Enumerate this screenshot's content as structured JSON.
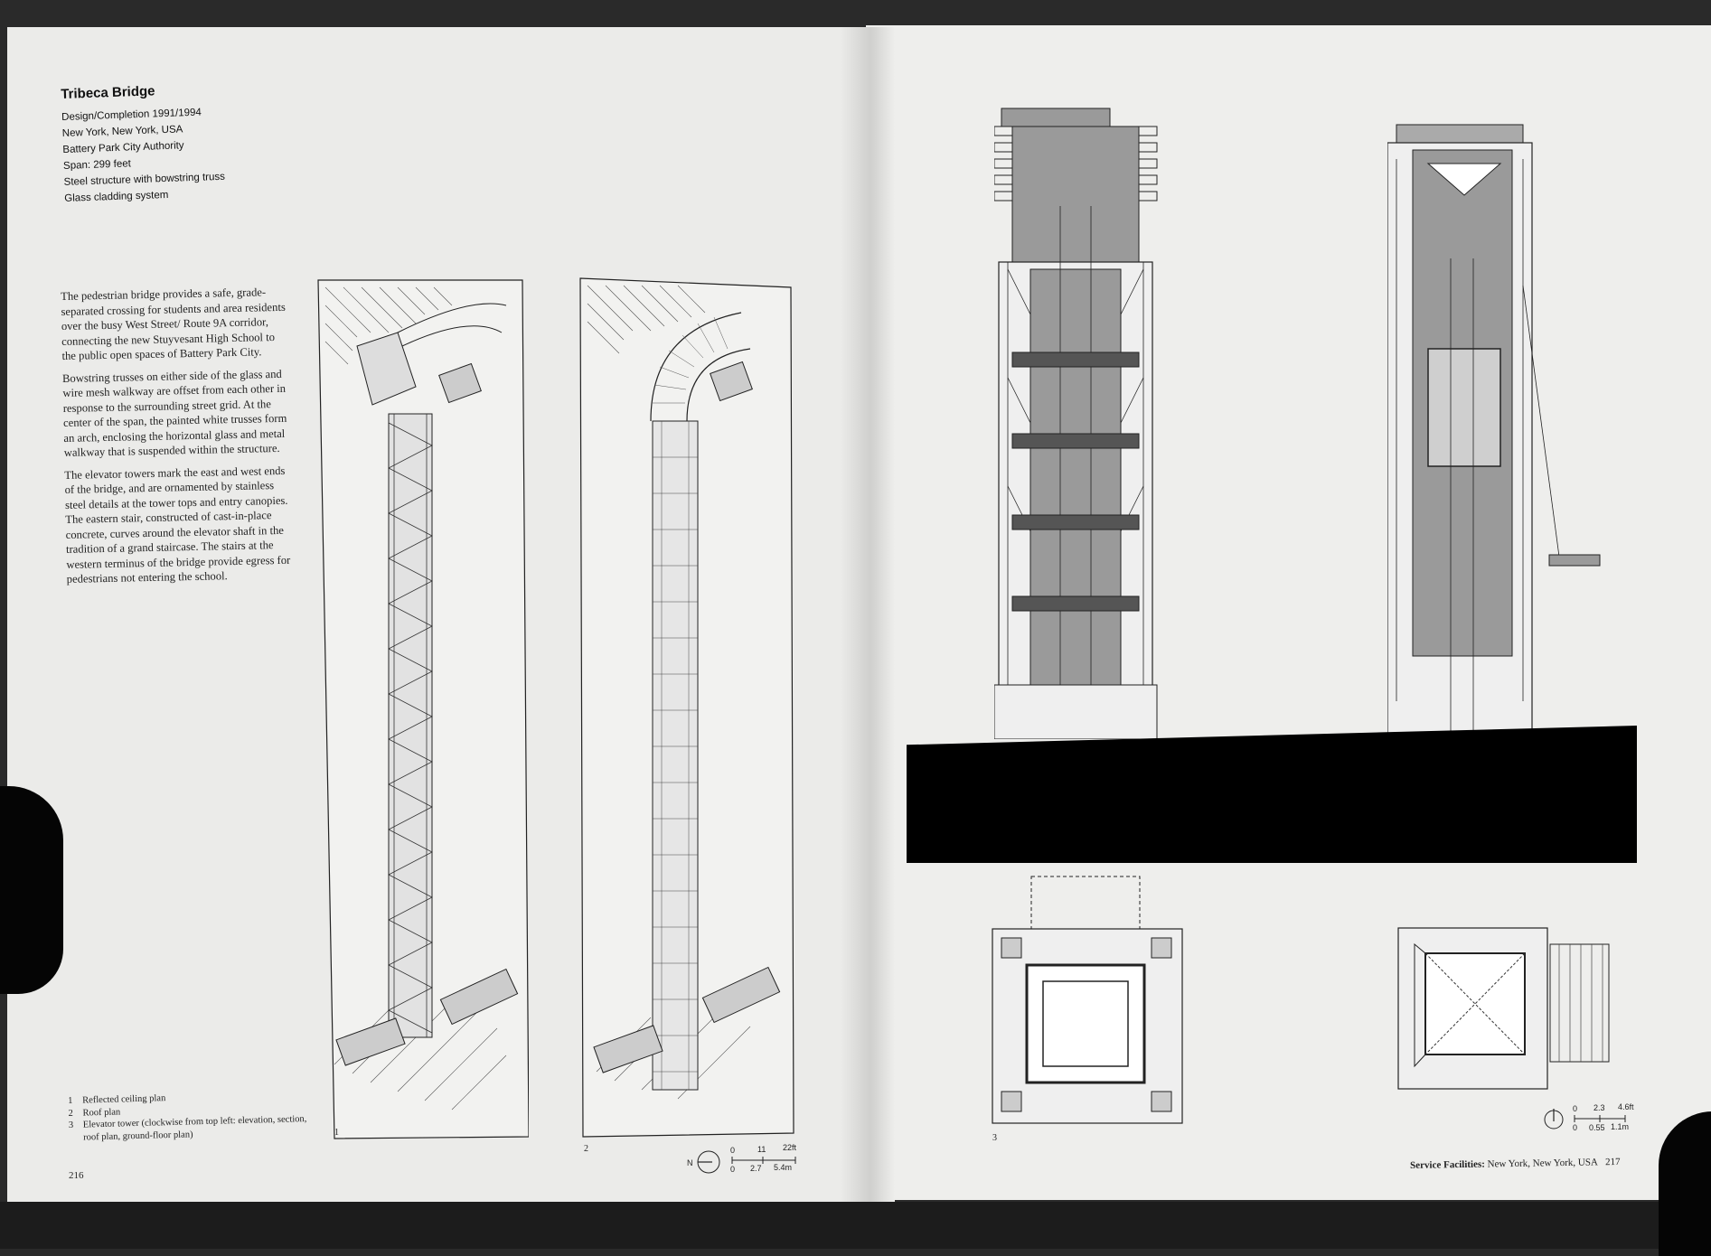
{
  "left_page": {
    "title": "Tribeca Bridge",
    "meta": [
      "Design/Completion 1991/1994",
      "New York, New York, USA",
      "Battery Park City Authority",
      "Span: 299 feet",
      "Steel structure with bowstring truss",
      "Glass cladding system"
    ],
    "paragraphs": [
      "The pedestrian bridge provides a safe, grade-separated crossing for students and area residents over the busy West Street/ Route 9A corridor, connecting the new Stuyvesant High School to the public open spaces of Battery Park City.",
      "Bowstring trusses on either side of the glass and wire mesh walkway are offset from each other in response to the surrounding street grid. At the center of the span, the painted white trusses form an arch, enclosing the horizontal glass and metal walkway that is suspended within the structure.",
      "The elevator towers mark the east and west ends of the bridge, and are ornamented by stainless steel details at the tower tops and entry canopies. The eastern stair, constructed of cast-in-place concrete, curves around the elevator shaft in the tradition of a grand staircase. The stairs at the western terminus of the bridge provide egress for pedestrians not entering the school."
    ],
    "captions": [
      {
        "num": "1",
        "text": "Reflected ceiling plan"
      },
      {
        "num": "2",
        "text": "Roof plan"
      },
      {
        "num": "3",
        "text": "Elevator tower (clockwise from top left: elevation, section, roof plan, ground-floor plan)"
      }
    ],
    "figure_labels": {
      "fig1": "1",
      "fig2": "2"
    },
    "scale_bar": {
      "ft": [
        "0",
        "11",
        "22ft"
      ],
      "m": [
        "0",
        "2.7",
        "5.4m"
      ],
      "north": "N"
    },
    "page_number": "216"
  },
  "right_page": {
    "figure_label": "3",
    "scale_bar": {
      "ft": [
        "0",
        "2.3",
        "4.6ft"
      ],
      "m": [
        "0",
        "0.55",
        "1.1m"
      ]
    },
    "footer_section": "Service Facilities:",
    "footer_location": "New York, New York, USA",
    "page_number": "217"
  }
}
